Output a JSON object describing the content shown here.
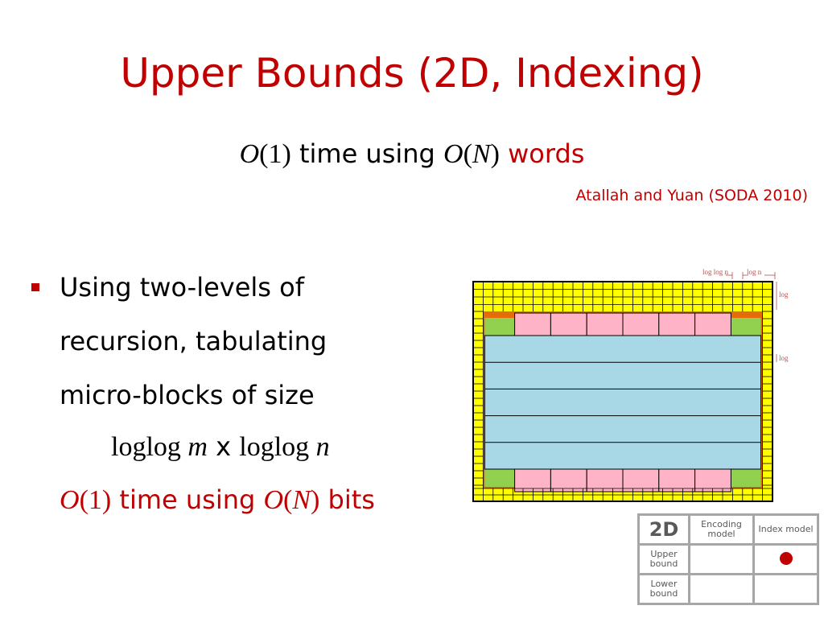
{
  "slide": {
    "title": "Upper Bounds (2D, Indexing)",
    "subtitle": {
      "part1": "O",
      "part2": "(1)",
      "part3": " time using ",
      "part4": "O",
      "part5": "(",
      "part6": "N",
      "part7": ")",
      "part8": " words"
    },
    "citation": "Atallah and Yuan (SODA 2010)",
    "bullet": {
      "line1": "Using two-levels of",
      "line2": "recursion, tabulating",
      "line3": "micro-blocks of size",
      "formula": {
        "a": "loglog ",
        "b": "m",
        "c": " x ",
        "d": "loglog ",
        "e": "n"
      },
      "result": {
        "a": "O",
        "b": "(1)",
        "c": " time using ",
        "d": "O",
        "e": "(",
        "f": "N",
        "g": ")",
        "h": " bits"
      }
    }
  },
  "diagram": {
    "labels": {
      "top_left": "log log n",
      "top_right": "log n",
      "right_top": "log m",
      "right_mid": "log log m"
    },
    "colors": {
      "yellow": "#ffff00",
      "green": "#92d050",
      "orange": "#e46c0a",
      "pink": "#ffb3c6",
      "blue": "#a8d8e6"
    }
  },
  "table": {
    "corner": "2D",
    "col1": "Encoding model",
    "col2": "Index model",
    "row1": "Upper bound",
    "row2": "Lower bound"
  }
}
